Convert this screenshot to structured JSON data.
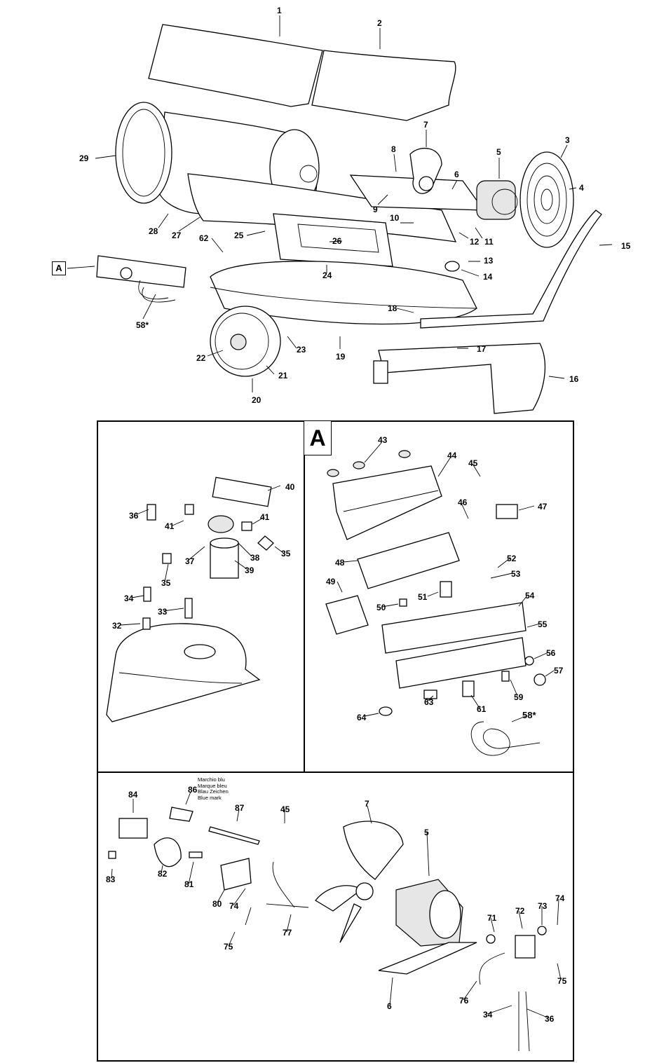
{
  "diagram": {
    "callouts_top": [
      "1",
      "2",
      "3",
      "4",
      "5",
      "6",
      "7",
      "8",
      "9",
      "10",
      "11",
      "12",
      "13",
      "14",
      "15",
      "16",
      "17",
      "18",
      "19",
      "20",
      "21",
      "22",
      "23",
      "24",
      "25",
      "26",
      "27",
      "28",
      "29",
      "62",
      "58*"
    ],
    "callouts_left": [
      "40",
      "36",
      "41",
      "41",
      "35",
      "37",
      "38",
      "39",
      "35",
      "34",
      "33",
      "32"
    ],
    "callouts_right": [
      "43",
      "44",
      "45",
      "46",
      "47",
      "48",
      "52",
      "53",
      "49",
      "50",
      "51",
      "54",
      "55",
      "56",
      "57",
      "58*",
      "59",
      "61",
      "63",
      "64"
    ],
    "callouts_bottom": [
      "84",
      "86",
      "87",
      "45",
      "7",
      "5",
      "83",
      "82",
      "81",
      "80",
      "74",
      "77",
      "75",
      "71",
      "72",
      "73",
      "74",
      "75",
      "76",
      "6",
      "34",
      "36"
    ],
    "section_label_top": "A",
    "section_label_panel": "A",
    "mark_note": [
      "Marchio blu",
      "Marque bleu",
      "Blau Zeichen",
      "Blue mark"
    ]
  }
}
